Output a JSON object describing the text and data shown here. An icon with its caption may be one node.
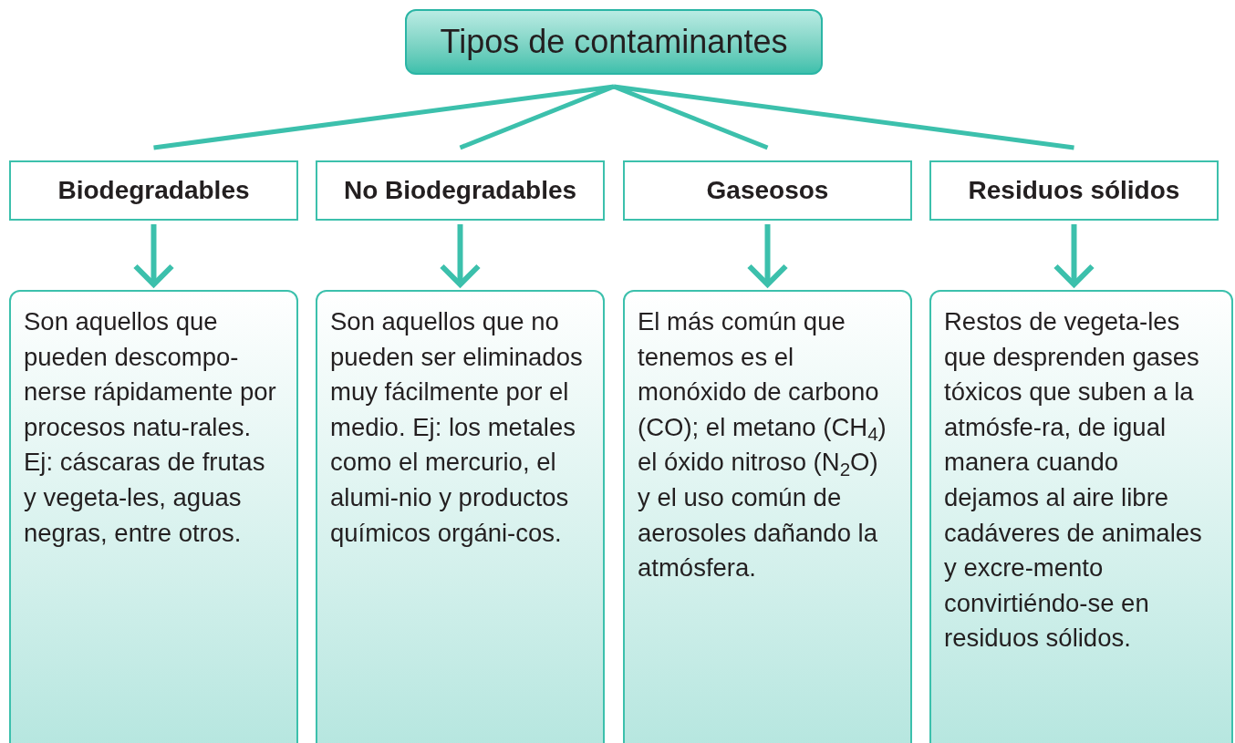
{
  "diagram": {
    "nodes": [
      {
        "text": [
          "Tipos de contaminantes"
        ]
      },
      {
        "text": [
          "Biodegradables"
        ]
      },
      {
        "text": [
          "No Biodegradables"
        ]
      },
      {
        "text": [
          "Gaseosos"
        ]
      },
      {
        "text": [
          "Residuos sólidos"
        ]
      },
      {
        "text": [
          "Son aquellos que pueden descompo-nerse rápidamente por procesos natu-rales. Ej:  cáscaras de frutas y vegeta-les, aguas negras, entre otros."
        ]
      },
      {
        "text": [
          "Son aquellos que no pueden ser eliminados muy fácilmente por el medio. Ej: los metales como el mercurio,  el alumi-nio y productos químicos orgáni-cos."
        ]
      },
      {
        "text": [
          "El más común que tenemos es el monóxido de carbono (CO); el metano (CH$_{4}$) el óxido nitroso (N$_{2}$O) y el uso  común de aerosoles dañando la  atmósfera."
        ]
      },
      {
        "text": [
          "Restos de   vegeta-les que desprenden gases tóxicos que suben a la atmósfe-ra, de igual manera cuando dejamos al aire libre  cadáveres de animales y excre-mento  convirtiéndo-se en   residuos sólidos."
        ]
      }
    ],
    "edges": [
      {
        "from": 0,
        "to": 1,
        "arrow": "none"
      },
      {
        "from": 0,
        "to": 2,
        "arrow": "none"
      },
      {
        "from": 0,
        "to": 3,
        "arrow": "none"
      },
      {
        "from": 0,
        "to": 4,
        "arrow": "none"
      },
      {
        "from": 1,
        "to": 5,
        "arrow": "to"
      },
      {
        "from": 2,
        "to": 6,
        "arrow": "to"
      },
      {
        "from": 3,
        "to": 7,
        "arrow": "to"
      },
      {
        "from": 4,
        "to": 8,
        "arrow": "to"
      }
    ]
  }
}
